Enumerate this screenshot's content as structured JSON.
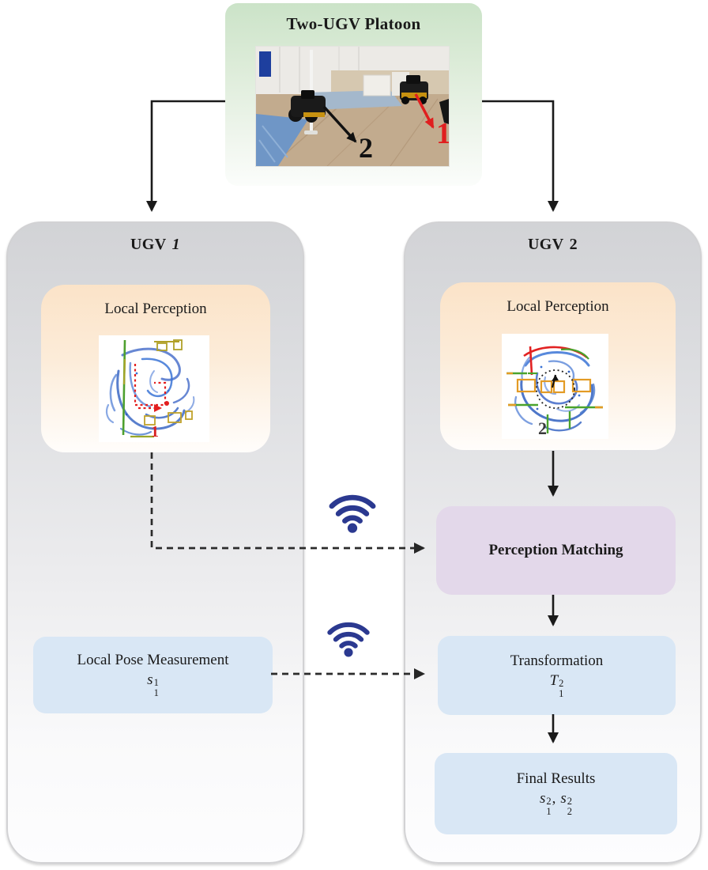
{
  "platoon": {
    "title": "Two-UGV Platoon",
    "photo": {
      "robot1_label": "1",
      "robot2_label": "2"
    }
  },
  "ugv1": {
    "header_label": "UGV",
    "header_num": "1",
    "local_perception": {
      "title": "Local Perception",
      "map_label": "1"
    },
    "local_pose": {
      "title": "Local Pose Measurement",
      "sym": {
        "base": "s",
        "sup": "1",
        "sub": "1"
      }
    }
  },
  "ugv2": {
    "header_label": "UGV",
    "header_num": "2",
    "local_perception": {
      "title": "Local Perception",
      "map_label": "2"
    },
    "perception_matching": {
      "title": "Perception Matching"
    },
    "transformation": {
      "title": "Transformation",
      "sym": {
        "base": "T",
        "sup": "2",
        "sub": "1"
      }
    },
    "final_results": {
      "title": "Final Results",
      "sym1": {
        "base": "s",
        "sup": "2",
        "sub": "1"
      },
      "comma": ",",
      "sym2": {
        "base": "s",
        "sup": "2",
        "sub": "2"
      }
    }
  },
  "connections": {
    "perception_link_icon": "wifi-icon",
    "pose_link_icon": "wifi-icon"
  },
  "colors": {
    "platoon_green": "#cbe3c8",
    "panel_gray": "#d2d3d6",
    "perception_orange": "#fbe3c8",
    "matching_purple": "#e3d8ea",
    "process_blue": "#d9e7f5",
    "wifi_navy": "#2b3990",
    "arrow_black": "#1a1a1a",
    "label_red": "#e01f1f"
  }
}
